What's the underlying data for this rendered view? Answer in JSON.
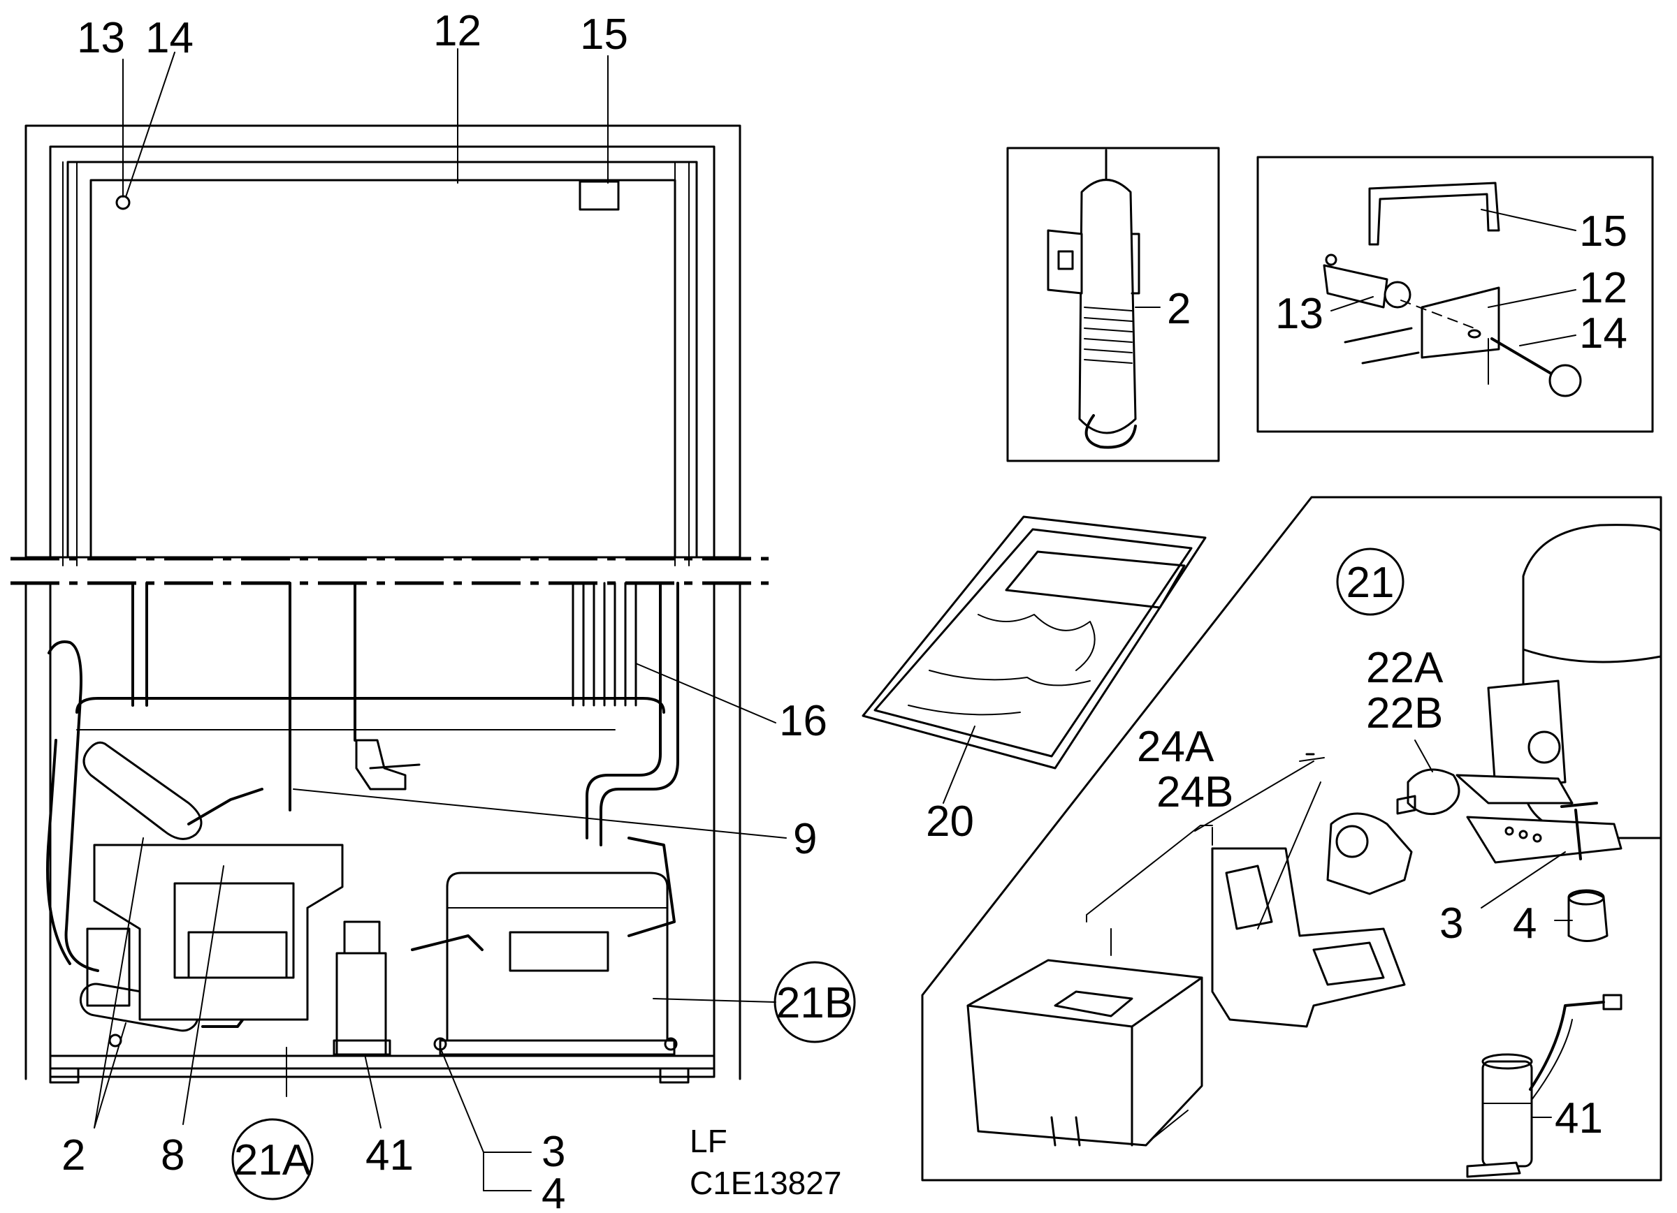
{
  "callouts": {
    "c2_main": "2",
    "c8": "8",
    "c21A": "21A",
    "c41_main": "41",
    "c3_main": "3",
    "c4_main": "4",
    "c13_main": "13",
    "c14_main": "14",
    "c12_main": "12",
    "c15_main": "15",
    "c16": "16",
    "c9": "9",
    "c21B": "21B",
    "c2_detail": "2",
    "c15_detail": "15",
    "c12_detail": "12",
    "c13_detail": "13",
    "c14_detail": "14",
    "c20": "20",
    "c21": "21",
    "c22A": "22A",
    "c22B": "22B",
    "c24A": "24A",
    "c24B": "24B",
    "c3_detail": "3",
    "c4_detail": "4",
    "c41_detail": "41"
  },
  "footer": {
    "line1": "LF",
    "line2": "C1E13827"
  }
}
